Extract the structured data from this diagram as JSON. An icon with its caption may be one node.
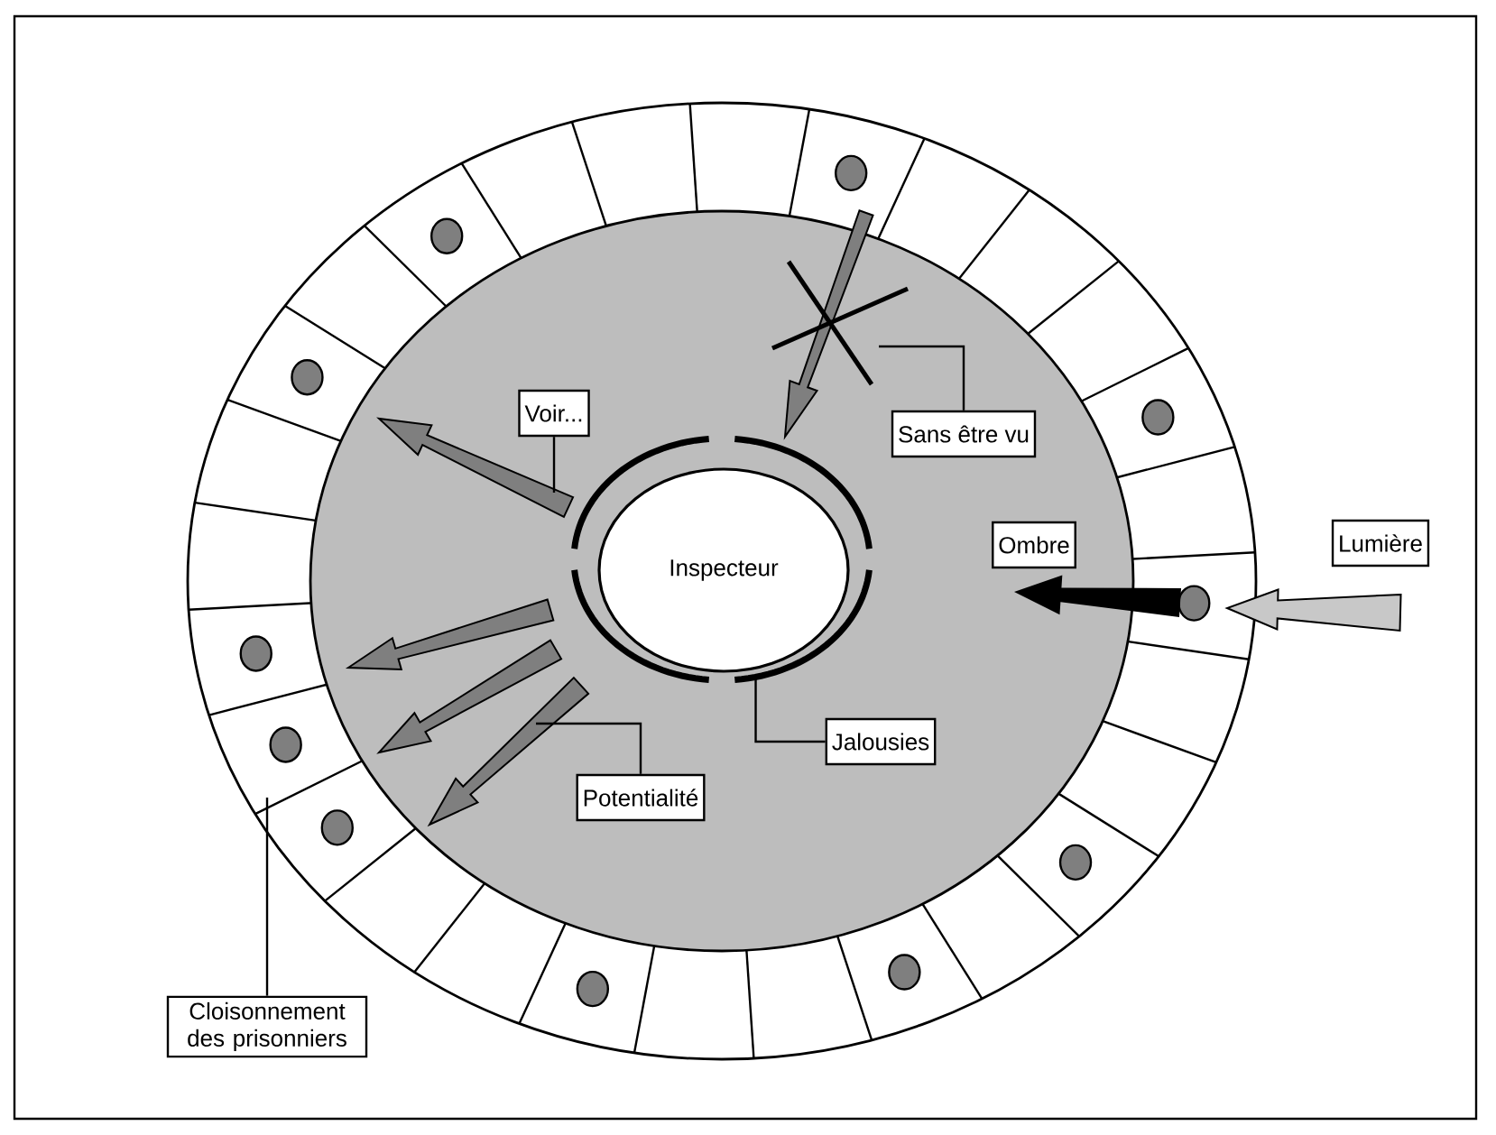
{
  "diagram": {
    "nodes": [
      {
        "text": [],
        "shape": "ring"
      },
      {
        "text": [
          "Inspecteur"
        ],
        "in": 0
      },
      {
        "text": [
          "Voir..."
        ]
      },
      {
        "text": [
          "Sans être vu"
        ]
      },
      {
        "text": [
          "Ombre"
        ]
      },
      {
        "text": [
          "Lumière"
        ]
      },
      {
        "text": [
          "Jalousies"
        ]
      },
      {
        "text": [
          "Potentialité"
        ]
      },
      {
        "text": [
          "Cloisonnement des prisonniers"
        ]
      },
      {
        "text": [],
        "shape": "arrow"
      },
      {
        "text": [],
        "shape": "arrow"
      },
      {
        "text": [],
        "shape": "arrow"
      },
      {
        "text": [],
        "shape": "arrow"
      }
    ],
    "edges": [
      {
        "from": 2,
        "to": 9,
        "arrow": "none"
      },
      {
        "from": 3,
        "to": null,
        "arrow": "none"
      },
      {
        "from": 6,
        "to": 0,
        "arrow": "none"
      },
      {
        "from": 7,
        "to": 12,
        "arrow": "none"
      },
      {
        "from": 8,
        "to": null,
        "arrow": "none"
      }
    ]
  }
}
